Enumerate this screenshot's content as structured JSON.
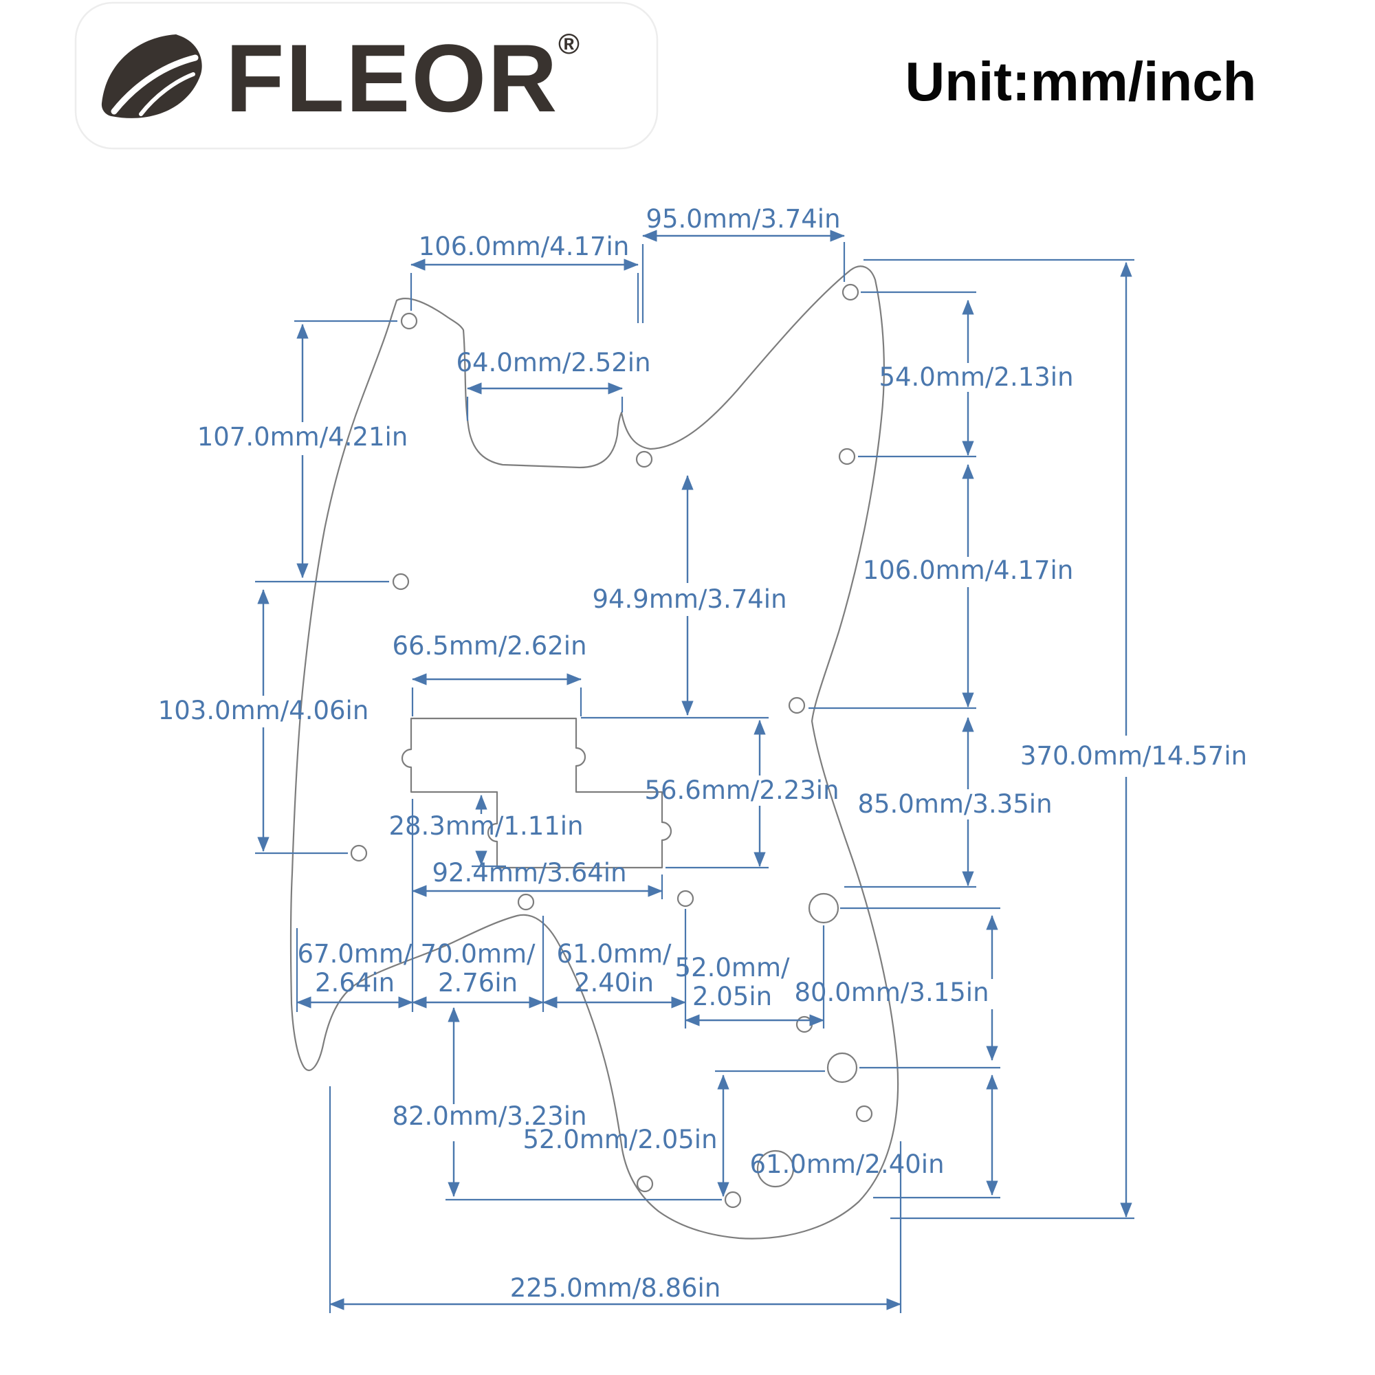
{
  "brand": {
    "name": "FLEOR",
    "registered_mark": "®"
  },
  "header": {
    "unit_title": "Unit:mm/inch"
  },
  "colors": {
    "dimension_blue": "#4a77ad",
    "outline_gray": "#7d7d7d",
    "logo_dark": "#39332f"
  },
  "dimensions": {
    "top_width": "95.0mm/3.74in",
    "horn_to_pocket": "106.0mm/4.17in",
    "pocket_width": "64.0mm/2.52in",
    "right_upper": "54.0mm/2.13in",
    "left_upper": "107.0mm/4.21in",
    "pocket_to_pickup": "94.9mm/3.74in",
    "right_mid": "106.0mm/4.17in",
    "pickup_upper_width": "66.5mm/2.62in",
    "left_lower": "103.0mm/4.06in",
    "pickup_height": "56.6mm/2.23in",
    "right_lower": "85.0mm/3.35in",
    "total_height": "370.0mm/14.57in",
    "pickup_step": "28.3mm/1.11in",
    "pickup_width": "92.4mm/3.64in",
    "chain_67_l1": "67.0mm/",
    "chain_67_l2": "2.64in",
    "chain_70_l1": "70.0mm/",
    "chain_70_l2": "2.76in",
    "chain_61_l1": "61.0mm/",
    "chain_61_l2": "2.40in",
    "chain_52_l1": "52.0mm/",
    "chain_52_l2": "2.05in",
    "pot_span": "80.0mm/3.15in",
    "bottom_left_height": "82.0mm/3.23in",
    "bottom_52": "52.0mm/2.05in",
    "bottom_61": "61.0mm/2.40in",
    "bottom_width": "225.0mm/8.86in"
  }
}
